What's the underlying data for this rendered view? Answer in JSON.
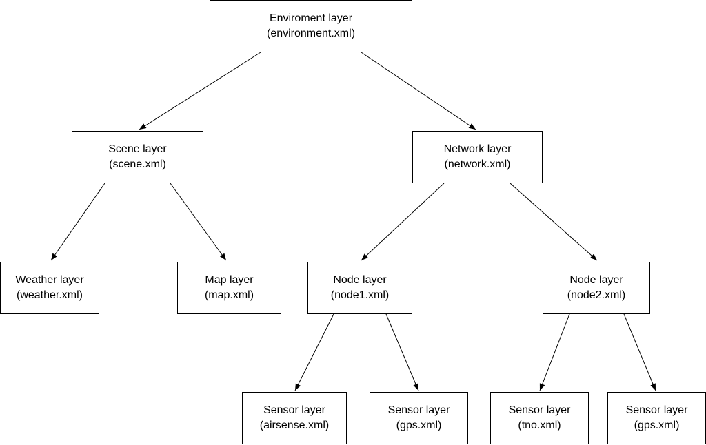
{
  "nodes": {
    "environment": {
      "title": "Enviroment layer",
      "file": "(environment.xml)"
    },
    "scene": {
      "title": "Scene layer",
      "file": "(scene.xml)"
    },
    "network": {
      "title": "Network layer",
      "file": "(network.xml)"
    },
    "weather": {
      "title": "Weather layer",
      "file": "(weather.xml)"
    },
    "map": {
      "title": "Map layer",
      "file": "(map.xml)"
    },
    "node1": {
      "title": "Node layer",
      "file": "(node1.xml)"
    },
    "node2": {
      "title": "Node layer",
      "file": "(node2.xml)"
    },
    "sensor_airsense": {
      "title": "Sensor layer",
      "file": "(airsense.xml)"
    },
    "sensor_gps_1": {
      "title": "Sensor layer",
      "file": "(gps.xml)"
    },
    "sensor_tno": {
      "title": "Sensor layer",
      "file": "(tno.xml)"
    },
    "sensor_gps_2": {
      "title": "Sensor layer",
      "file": "(gps.xml)"
    }
  },
  "edges": [
    [
      "environment",
      "scene"
    ],
    [
      "environment",
      "network"
    ],
    [
      "scene",
      "weather"
    ],
    [
      "scene",
      "map"
    ],
    [
      "network",
      "node1"
    ],
    [
      "network",
      "node2"
    ],
    [
      "node1",
      "sensor_airsense"
    ],
    [
      "node1",
      "sensor_gps_1"
    ],
    [
      "node2",
      "sensor_tno"
    ],
    [
      "node2",
      "sensor_gps_2"
    ]
  ],
  "colors": {
    "stroke": "#000000",
    "fill": "#ffffff",
    "text": "#000000"
  }
}
